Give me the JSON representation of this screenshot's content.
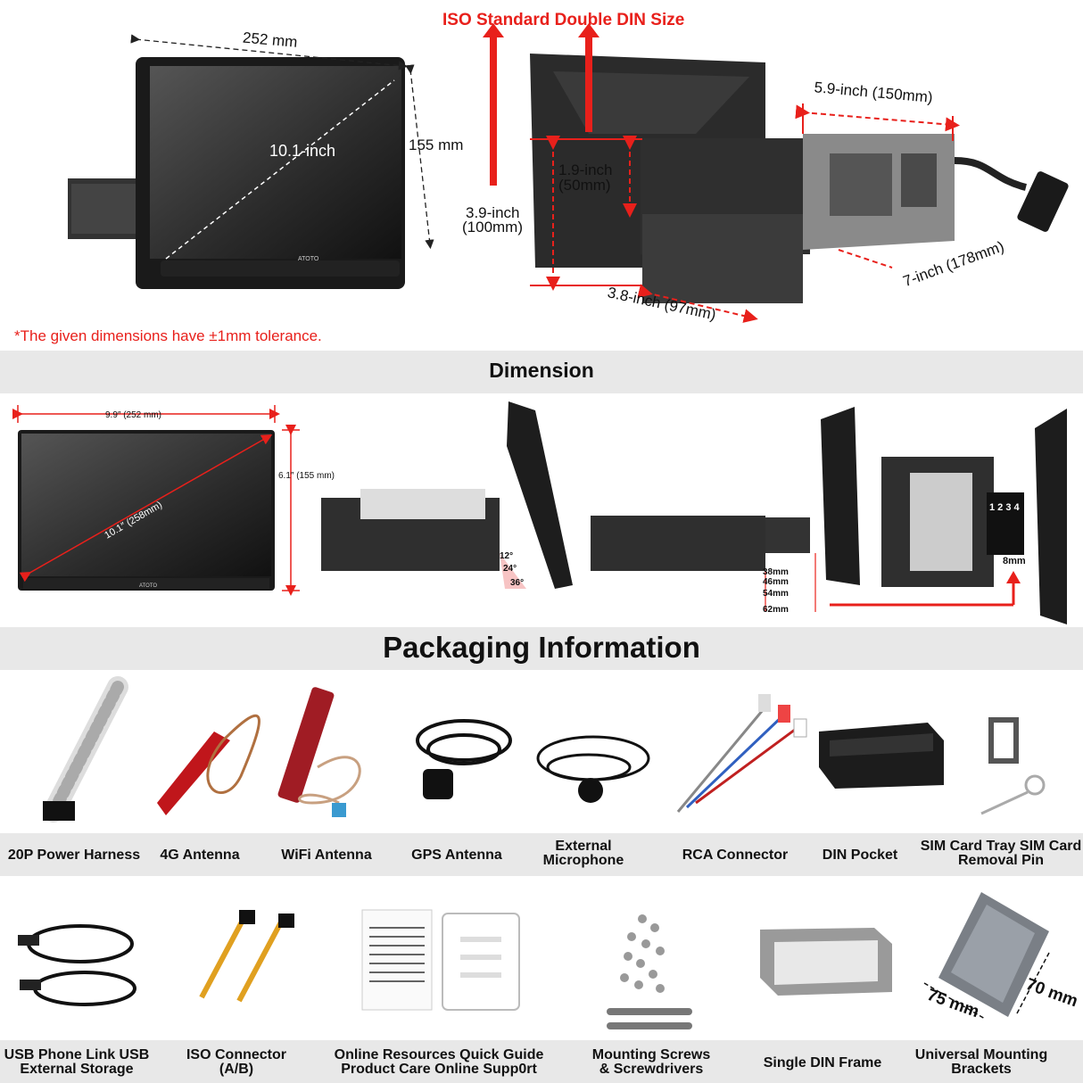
{
  "top": {
    "iso_title": "ISO Standard Double DIN Size",
    "front": {
      "width": "252 mm",
      "height": "155 mm",
      "diagonal": "10.1-inch",
      "brand": "ATOTO"
    },
    "side": {
      "depth_top": "5.9-inch (150mm)",
      "inner_height": "1.9-inch",
      "inner_height_mm": "(50mm)",
      "outer_height": "3.9-inch",
      "outer_height_mm": "(100mm)",
      "width_bottom": "3.8-inch (97mm)",
      "width_right": "7-inch (178mm)"
    },
    "tolerance_note": "*The given dimensions have ±1mm tolerance."
  },
  "dimension": {
    "title": "Dimension",
    "width": "9.9″ (252 mm)",
    "height": "6.1″ (155 mm)",
    "diagonal": "10.1″ (258mm)",
    "brand": "ATOTO",
    "angles": [
      "12°",
      "24°",
      "36°"
    ],
    "depths": [
      "38mm",
      "46mm",
      "54mm",
      "62mm"
    ],
    "slot_digits": "1 2 3 4",
    "offset": "8mm"
  },
  "packaging": {
    "title": "Packaging Information",
    "row1": [
      {
        "label": "20P Power Harness",
        "icon": "power-harness-icon"
      },
      {
        "label": "4G Antenna",
        "icon": "4g-antenna-icon"
      },
      {
        "label": "WiFi Antenna",
        "icon": "wifi-antenna-icon"
      },
      {
        "label": "GPS Antenna",
        "icon": "gps-antenna-icon"
      },
      {
        "label": "External Microphone",
        "icon": "microphone-icon"
      },
      {
        "label": "RCA Connector",
        "icon": "rca-connector-icon"
      },
      {
        "label": "DIN Pocket",
        "icon": "din-pocket-icon"
      },
      {
        "label": "SIM Card Tray SIM Card Removal Pin",
        "icon": "sim-tray-icon"
      }
    ],
    "row2": [
      {
        "label": "USB Phone Link USB External Storage",
        "icon": "usb-cable-icon"
      },
      {
        "label": "ISO Connector (A/B)",
        "icon": "iso-connector-icon"
      },
      {
        "label": "Online Resources Quick Guide Product Care Online Supp0rt",
        "icon": "quick-guide-icon"
      },
      {
        "label": "Mounting Screws & Screwdrivers",
        "icon": "screws-icon"
      },
      {
        "label": "Single DIN Frame",
        "icon": "din-frame-icon"
      },
      {
        "label": "Universal Mounting Brackets",
        "icon": "bracket-icon"
      }
    ],
    "bracket_dims": {
      "a": "75 mm",
      "b": "70 mm"
    }
  },
  "colors": {
    "accent": "#e8201b",
    "band": "#e8e8e8",
    "text": "#111111"
  }
}
